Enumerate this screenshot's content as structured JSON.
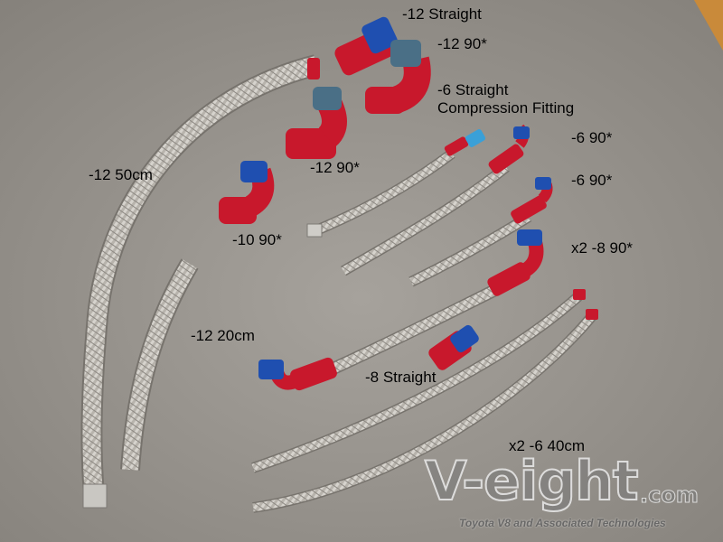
{
  "labels": {
    "straight_12": "-12 Straight",
    "ninety_12_top": "-12 90*",
    "straight_6": "-6 Straight",
    "compression": "Compression Fitting",
    "ninety_6_a": "-6 90*",
    "ninety_6_b": "-6 90*",
    "hose_12_50": "-12 50cm",
    "ninety_12_mid": "-12 90*",
    "ninety_10": "-10 90*",
    "ninety_8_x2": "x2 -8 90*",
    "hose_12_20": "-12 20cm",
    "straight_8": "-8 Straight",
    "hose_6_40_x2": "x2 -6 40cm"
  },
  "watermark": {
    "brand": "V-eight",
    "tld": ".com",
    "tagline": "Toyota V8 and Associated Technologies"
  },
  "colors": {
    "concrete": "#9a9690",
    "fitting_red": "#c8182c",
    "fitting_blue": "#1f4fb0",
    "braid": "#bdbab4"
  }
}
